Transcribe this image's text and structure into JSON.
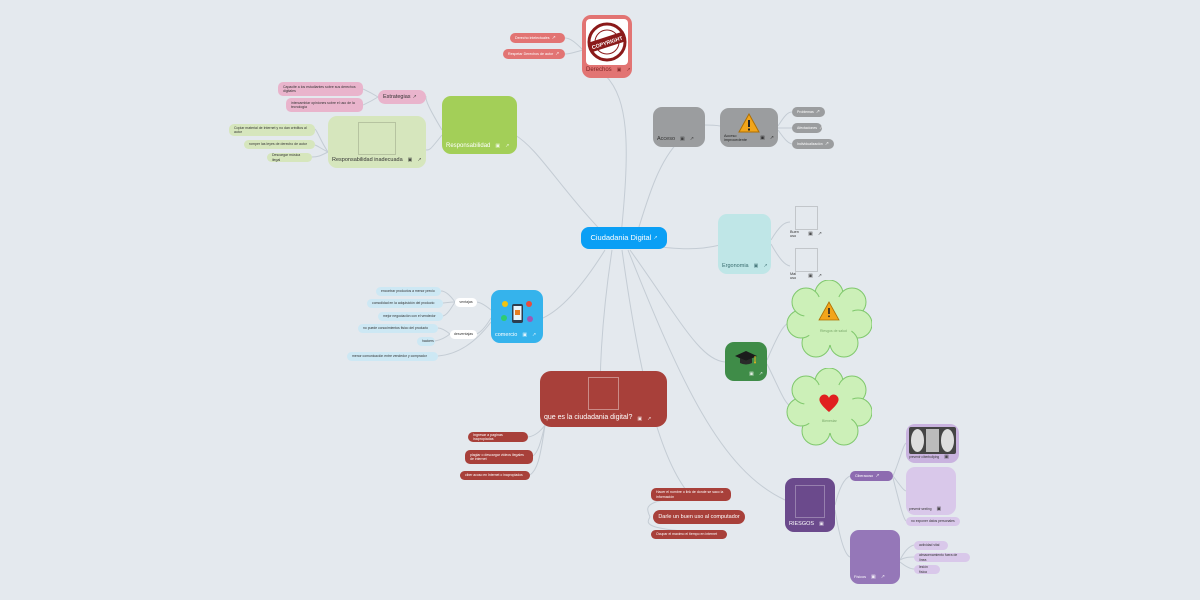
{
  "central": {
    "label": "Ciudadania Digital"
  },
  "derechos": {
    "label": "Derechos",
    "logo_text": "COPYRIGHT",
    "logo_ring_text": "ALL RIGHTS RESERVED",
    "children": [
      "Derecho intelectuales",
      "Respetar Derechos de autor"
    ]
  },
  "responsabilidad": {
    "label": "Responsabilidad",
    "estrategias": {
      "label": "Estrategias",
      "children": [
        "Capacite a los estudiantes sobre sus derechos digitales",
        "intercambiar opiniones sobre el uso de la tecnologia"
      ]
    },
    "inadecuada": {
      "label": "Responsabilidad inadecuada",
      "children": [
        "Copiar material de Internet y no dan créditos al autor",
        "romper las leyes de derecho de autor",
        "Descargar música ilegal"
      ]
    }
  },
  "acceso": {
    "label": "Acceso",
    "impropio": {
      "label": "Acceso improcedente",
      "children": [
        "Problemas",
        "Afectaciones",
        "Individualización"
      ]
    }
  },
  "ergonomia": {
    "label": "Ergonomia",
    "children": [
      "Buen uso",
      "Mal uso"
    ]
  },
  "salud": {
    "flower1": "Riesgos de salud",
    "flower2": "Bienestar"
  },
  "comercio": {
    "label": "comercio",
    "ventajas": {
      "label": "ventajas",
      "children": [
        "encontrar productos a menor precio",
        "comodidad en la adquisición del producto",
        "mejor negociación con el vendedor"
      ]
    },
    "desventajas": {
      "label": "desventajas",
      "children": [
        "no puede conocimientos fisico del producto",
        "hackers",
        "menor comunicación entre vendedor y comprador"
      ]
    }
  },
  "que_es": {
    "label": "que es la ciudadania digital?",
    "children": [
      "Ingresar a paginas inapropiadas",
      "plagiar o descargar videos ilegales de internet",
      "ciber acoso en Internet o inapropiados"
    ]
  },
  "buen_uso": {
    "label": "Darle un buen uso al computador",
    "children": [
      "Hacer el nombre o link de donde se saco la información",
      "Ocupar el maximo el tiempo en internet"
    ]
  },
  "riesgos": {
    "label": "RIESGOS",
    "ciberacoso": {
      "label": "Ciberacoso",
      "children": [
        "prevenir ciberbullying",
        "prevenir sexting",
        "no exponer datos personales"
      ]
    },
    "fisicos": {
      "label": "Físicos",
      "children": [
        "actividad vital",
        "almacenamiento fuera de línea",
        "lesión física"
      ]
    }
  },
  "colors": {
    "central": "#0a9ff5",
    "derechos": "#e27473",
    "responsabilidad": "#a3cf58",
    "acceso": "#9b9d9f",
    "ergonomia": "#bfe6e7",
    "salud": "#3f8c48",
    "comercio": "#35b3ec",
    "que_es": "#a8403a",
    "riesgos": "#6b4a8c",
    "link": "#c4ccd4"
  }
}
